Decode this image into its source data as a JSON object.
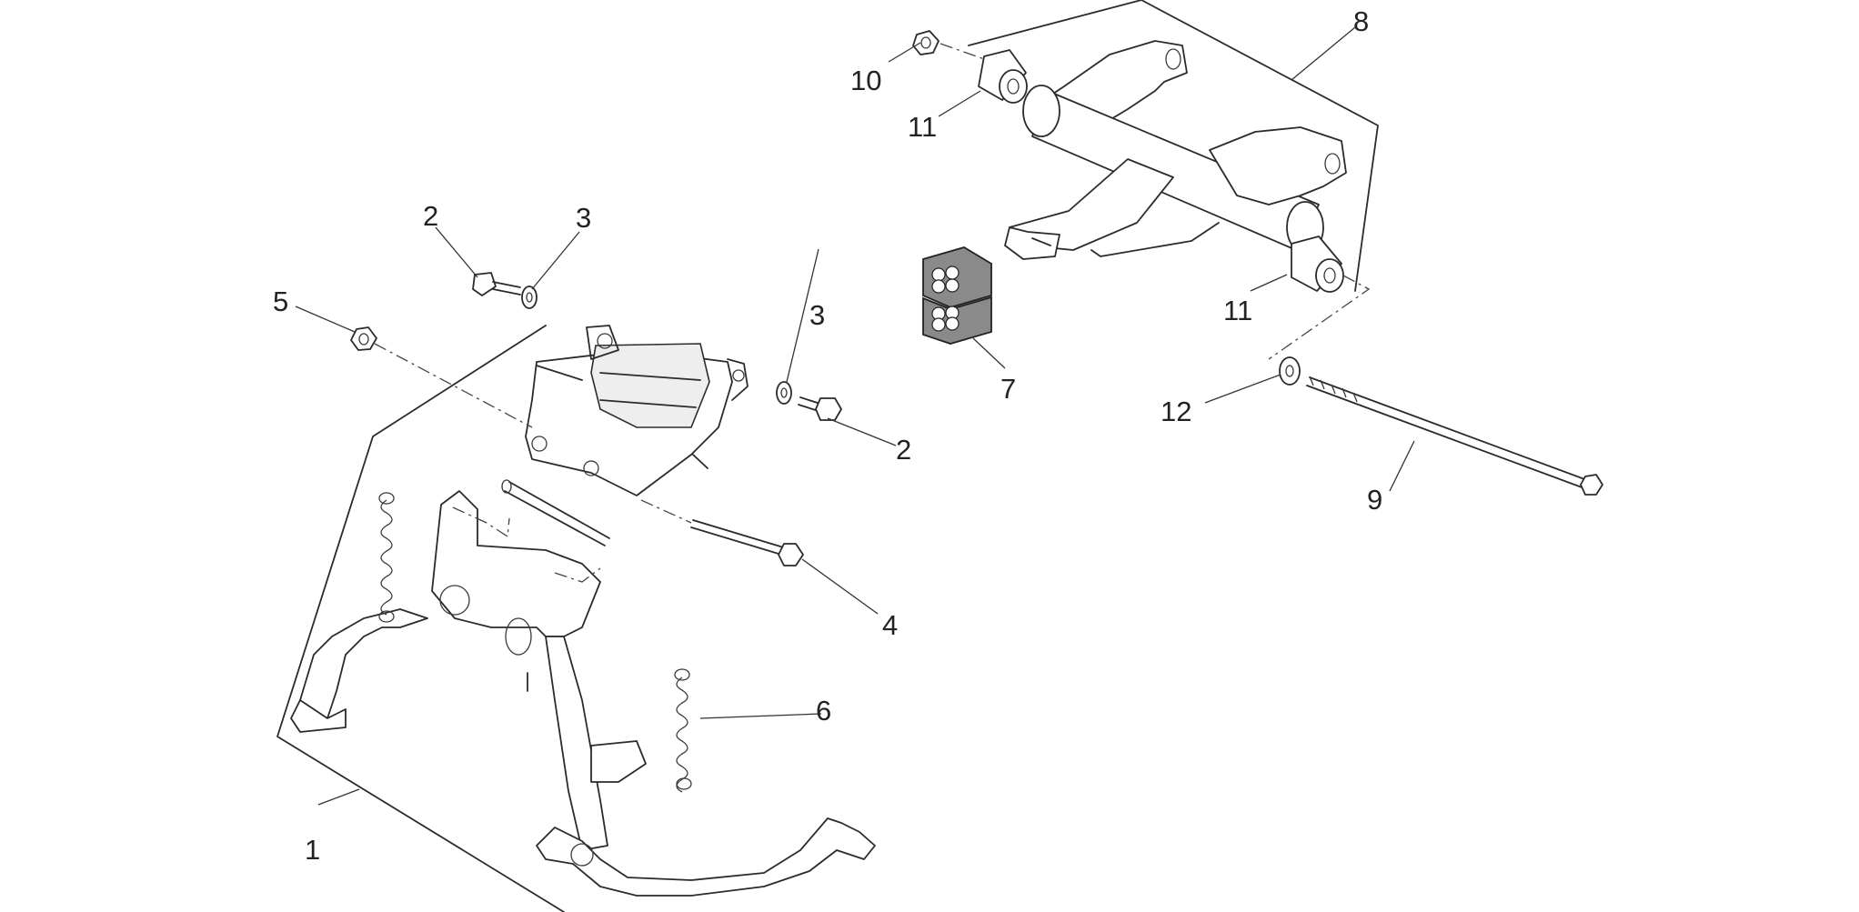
{
  "diagram": {
    "callouts": [
      {
        "id": "c1",
        "text": "1"
      },
      {
        "id": "c2a",
        "text": "2"
      },
      {
        "id": "c2b",
        "text": "2"
      },
      {
        "id": "c3a",
        "text": "3"
      },
      {
        "id": "c3b",
        "text": "3"
      },
      {
        "id": "c4",
        "text": "4"
      },
      {
        "id": "c5",
        "text": "5"
      },
      {
        "id": "c6",
        "text": "6"
      },
      {
        "id": "c7",
        "text": "7"
      },
      {
        "id": "c8",
        "text": "8"
      },
      {
        "id": "c9",
        "text": "9"
      },
      {
        "id": "c10",
        "text": "10"
      },
      {
        "id": "c11a",
        "text": "11"
      },
      {
        "id": "c11b",
        "text": "11"
      },
      {
        "id": "c12",
        "text": "12"
      }
    ]
  }
}
